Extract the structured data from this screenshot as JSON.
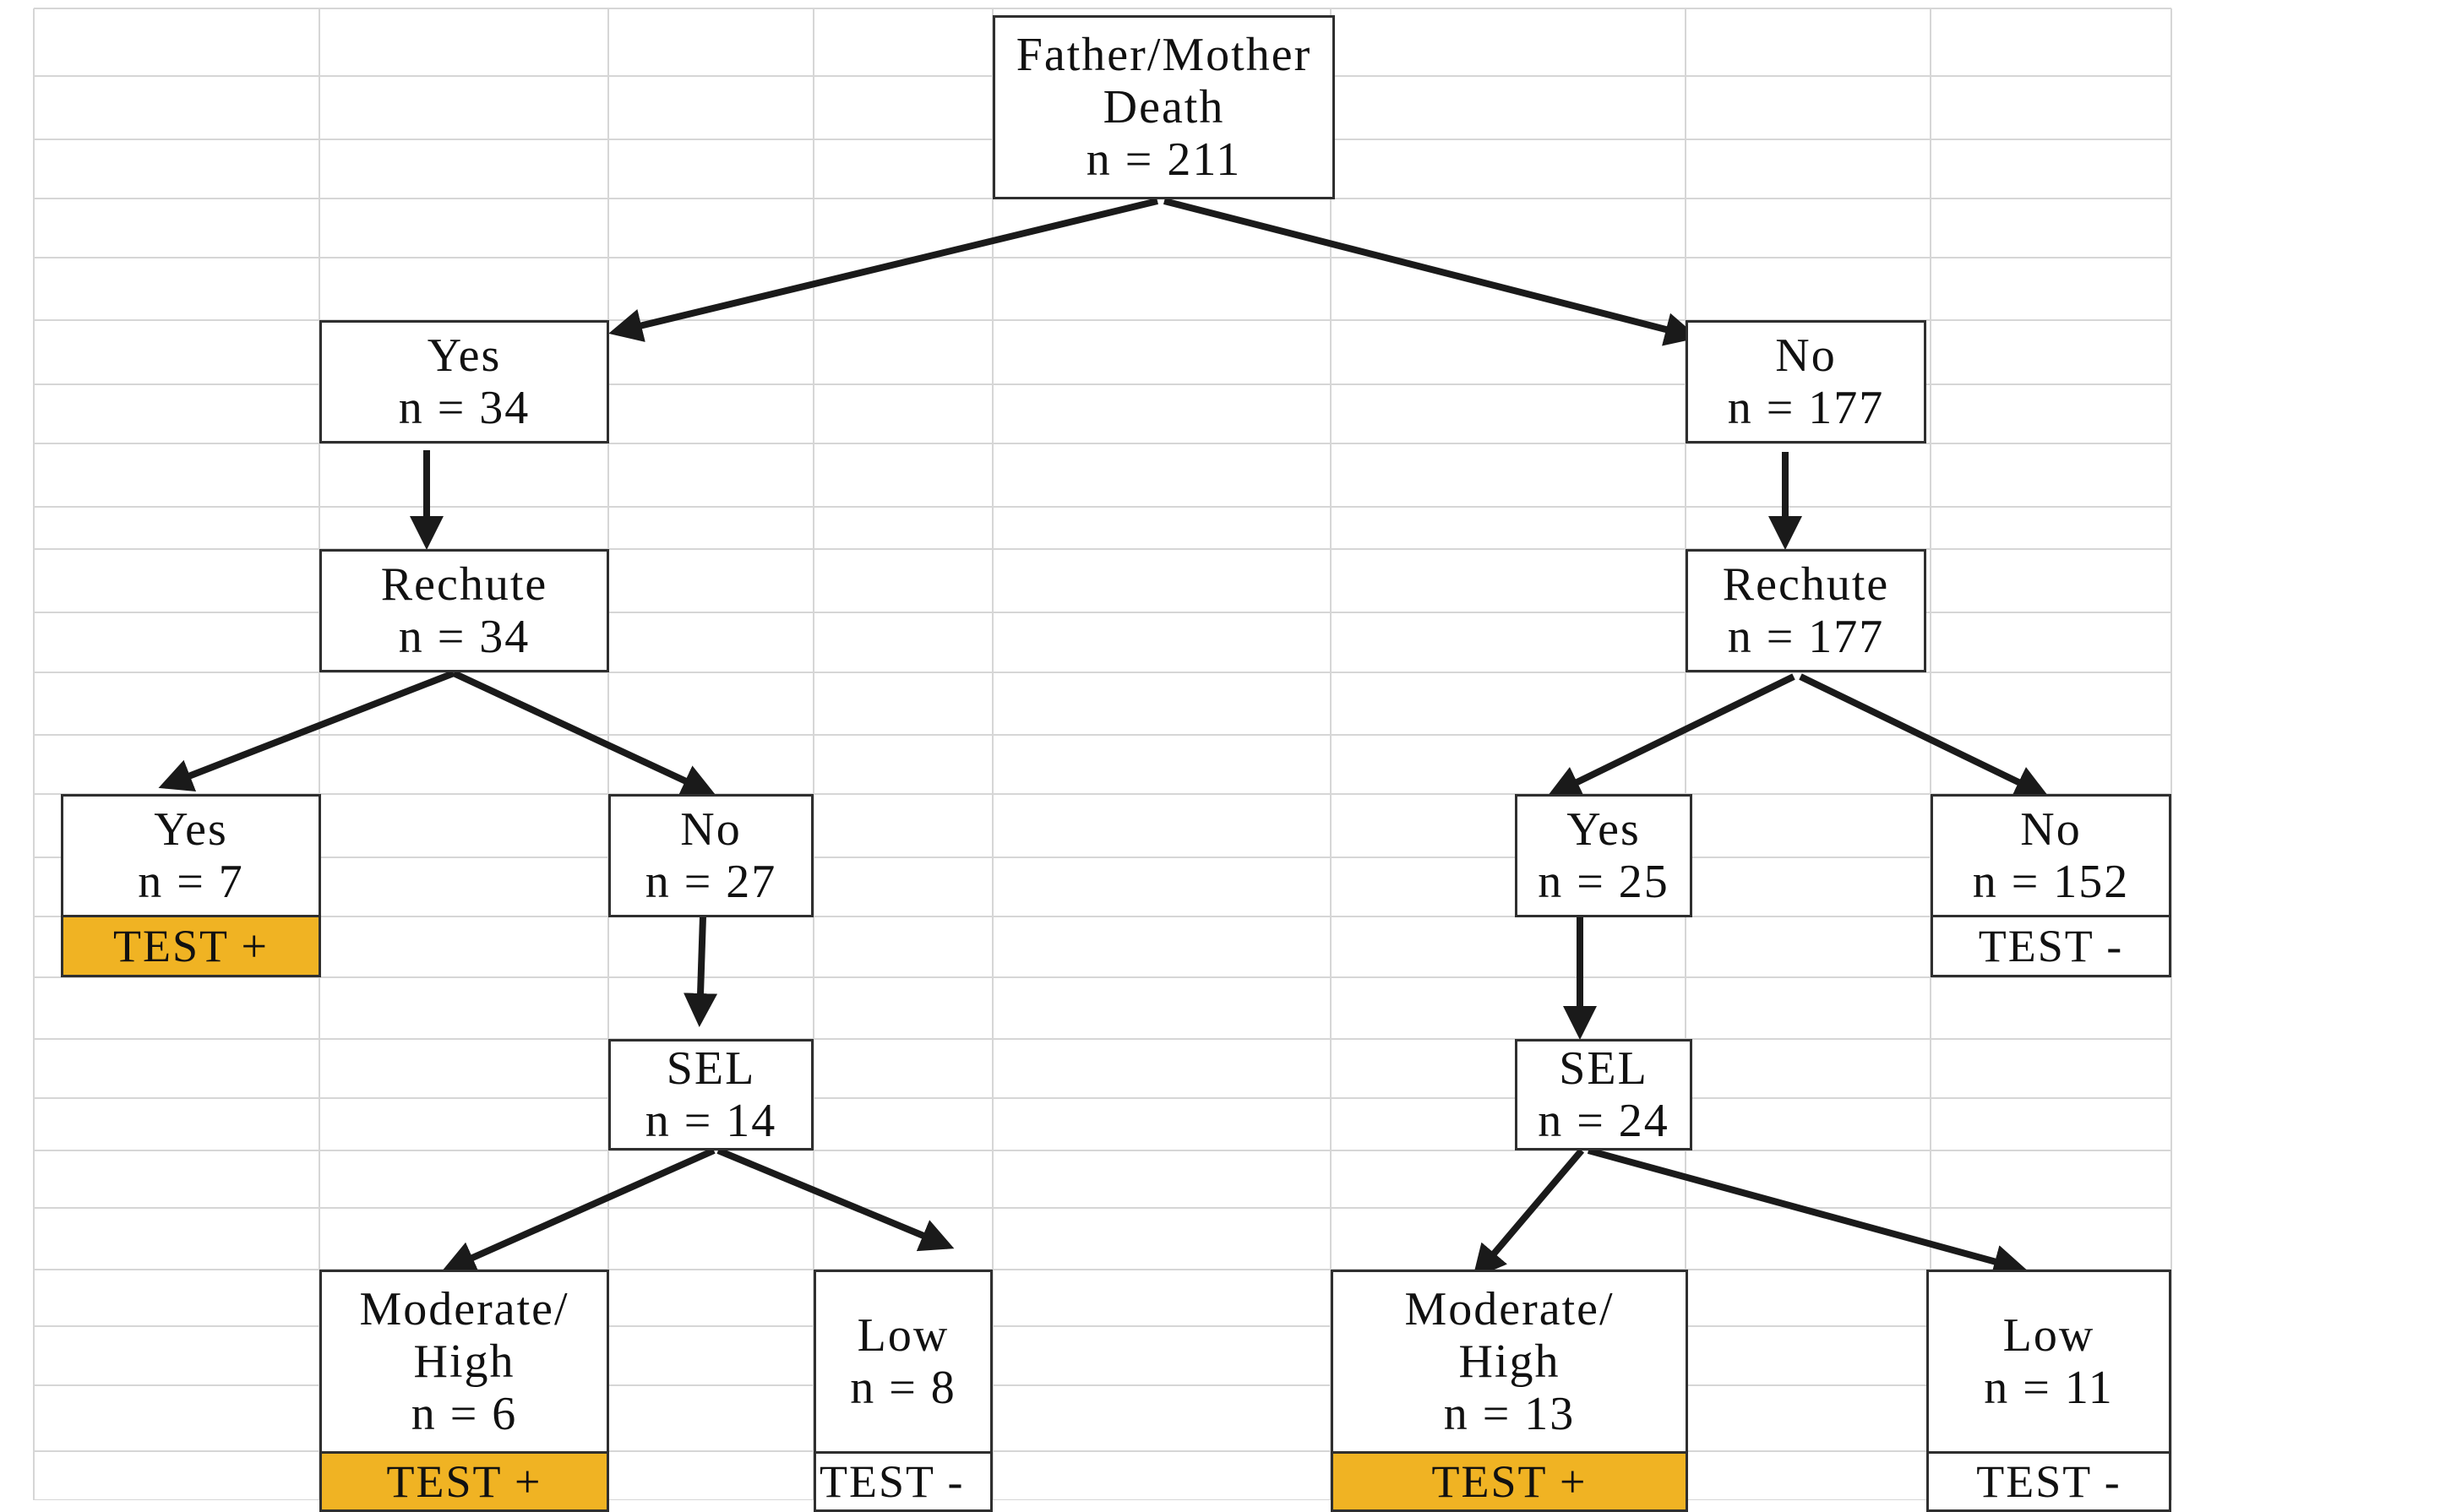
{
  "colors": {
    "positive_fill": "#f0b323",
    "border": "#2f2f2f",
    "grid": "#d6d6d6",
    "arrow": "#1a1a1a"
  },
  "nodes": {
    "root": {
      "lines": [
        "Father/Mother",
        "Death",
        "n = 211"
      ]
    },
    "yes_death": {
      "lines": [
        "Yes",
        "n = 34"
      ]
    },
    "no_death": {
      "lines": [
        "No",
        "n = 177"
      ]
    },
    "rechute_left": {
      "lines": [
        "Rechute",
        "n = 34"
      ]
    },
    "rechute_right": {
      "lines": [
        "Rechute",
        "n = 177"
      ]
    },
    "yes_rechute_left": {
      "lines": [
        "Yes",
        "n = 7"
      ]
    },
    "no_rechute_left": {
      "lines": [
        "No",
        "n = 27"
      ]
    },
    "yes_rechute_right": {
      "lines": [
        "Yes",
        "n = 25"
      ]
    },
    "no_rechute_right": {
      "lines": [
        "No",
        "n = 152"
      ]
    },
    "sel_left": {
      "lines": [
        "SEL",
        "n = 14"
      ]
    },
    "sel_right": {
      "lines": [
        "SEL",
        "n = 24"
      ]
    },
    "modhigh_left": {
      "lines": [
        "Moderate/",
        "High",
        "n = 6"
      ]
    },
    "low_left": {
      "lines": [
        "Low",
        "n = 8"
      ]
    },
    "modhigh_right": {
      "lines": [
        "Moderate/",
        "High",
        "n = 13"
      ]
    },
    "low_right": {
      "lines": [
        "Low",
        "n = 11"
      ]
    }
  },
  "tags": {
    "yes_rechute_left": "TEST +",
    "no_rechute_right": "TEST -",
    "modhigh_left": "TEST +",
    "low_left": "TEST -",
    "modhigh_right": "TEST +",
    "low_right": "TEST -"
  }
}
